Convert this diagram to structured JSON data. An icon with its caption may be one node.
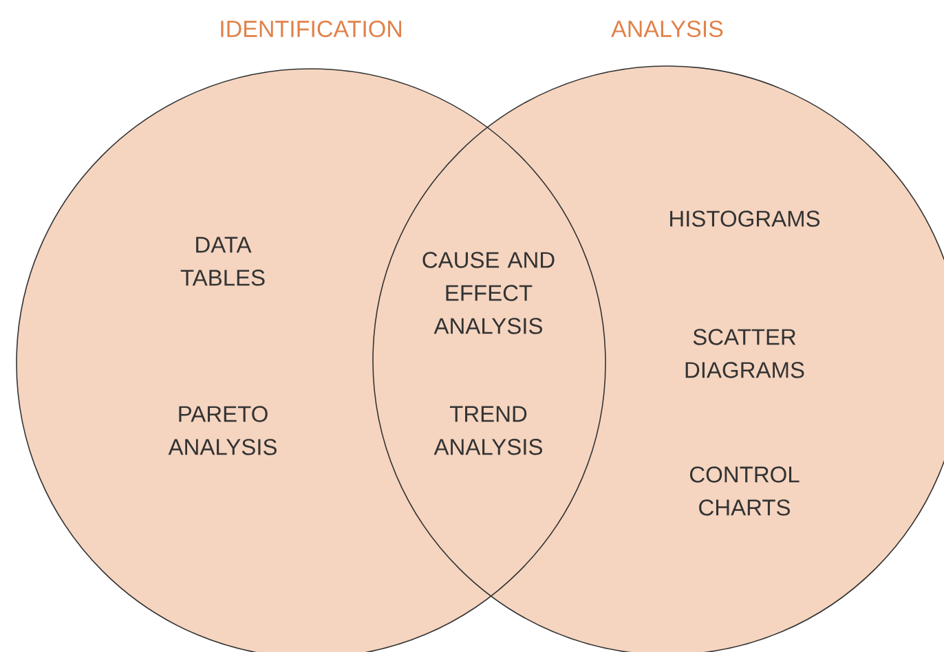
{
  "diagram": {
    "nodes": [
      {
        "text": [
          "IDENTIFICATION"
        ]
      },
      {
        "text": [
          "ANALYSIS"
        ]
      }
    ],
    "labels": [
      "DATA TABLES",
      "CAUSE AND EFFECT ANALYSIS",
      "HISTOGRAMS",
      "SCATTER DIAGRAMS",
      "PARETO ANALYSIS",
      "TREND ANALYSIS",
      "CONTROL CHARTS"
    ]
  }
}
